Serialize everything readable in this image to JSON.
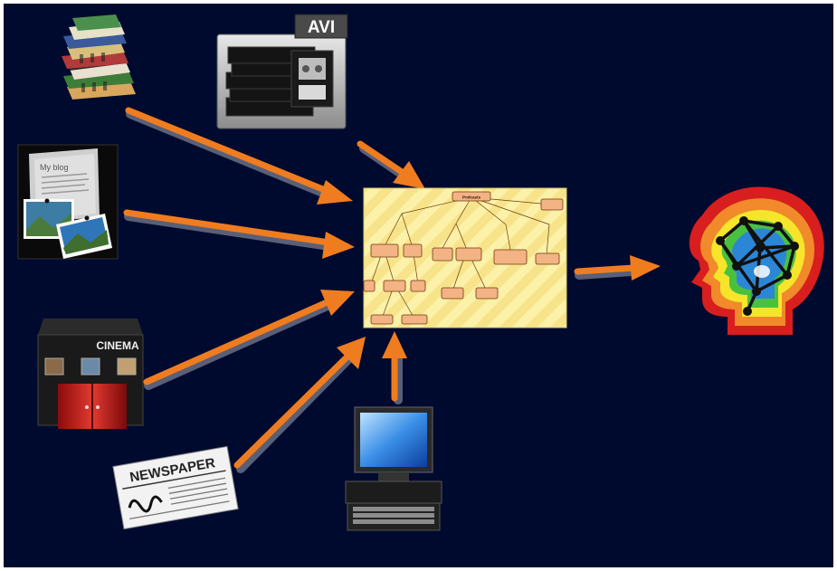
{
  "video_label": "AVI",
  "blog_label": "My blog",
  "cinema_label": "CINEMA",
  "newspaper_label": "NEWSPAPER",
  "concept_map": {
    "root": "Podcasts"
  },
  "colors": {
    "background": "#000a2e",
    "arrow": "#f07c20",
    "map_background": "#fbf1a8",
    "map_node": "#f4b384"
  },
  "icons": [
    "books-icon",
    "video-tapes-icon",
    "blog-icon",
    "cinema-icon",
    "newspaper-icon",
    "computer-icon",
    "concept-map",
    "brain-head-icon"
  ]
}
